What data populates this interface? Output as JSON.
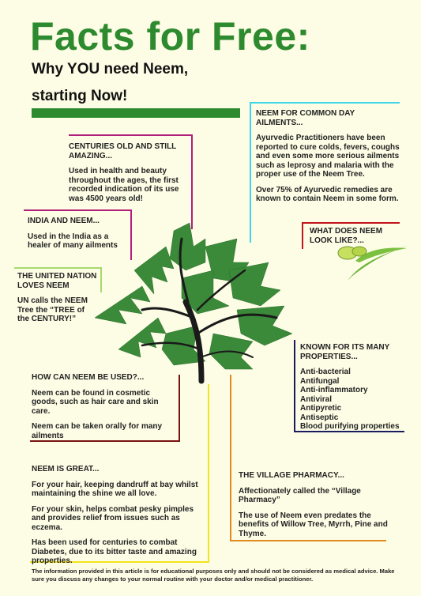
{
  "title": "Facts for Free:",
  "subtitle_line1": "Why YOU need Neem,",
  "subtitle_line2": "starting Now!",
  "colors": {
    "green": "#2d8a2e",
    "magenta": "#b0207a",
    "cyan": "#3fd6e8",
    "red": "#c4121a",
    "light_green": "#a8d86e",
    "dark_red": "#7a1212",
    "navy": "#1a1a5e",
    "yellow": "#f2e41a",
    "orange": "#e38a1c"
  },
  "sections": {
    "centuries": {
      "heading": "CENTURIES OLD AND STILL AMAZING...",
      "body": "Used in health and beauty throughout the ages, the first recorded indication of its use was 4500 years old!"
    },
    "common_day": {
      "heading": "NEEM FOR COMMON DAY AILMENTS...",
      "body1": "Ayurvedic Practitioners have been reported to cure colds, fevers, coughs and even some more serious ailments such as leprosy and malaria with the proper use of the Neem Tree.",
      "body2": "Over 75% of Ayurvedic remedies are known to contain Neem in some form."
    },
    "india": {
      "heading": "INDIA AND NEEM...",
      "body": "Used in the India as a healer of many ailments"
    },
    "look_like": {
      "heading": "WHAT DOES NEEM LOOK LIKE?..."
    },
    "un": {
      "heading": "THE UNITED NATION LOVES NEEM",
      "body": "UN calls the NEEM Tree the “TREE of the CENTURY!”"
    },
    "known_for": {
      "heading": "KNOWN FOR ITS MANY PROPERTIES...",
      "items": [
        "Anti-bacterial",
        "Antifungal",
        "Anti-inflammatory",
        "Antiviral",
        "Antipyretic",
        "Antiseptic",
        "Blood purifying properties"
      ]
    },
    "how_used": {
      "heading": "HOW CAN NEEM BE USED?...",
      "body1": "Neem can be found in cosmetic goods, such as hair care and skin care.",
      "body2": "Neem can be taken orally for many ailments"
    },
    "great": {
      "heading": "NEEM IS GREAT...",
      "body1": "For your hair, keeping dandruff at bay whilst maintaining the shine we all love.",
      "body2": "For your skin, helps combat pesky pimples and provides relief from issues such as eczema.",
      "body3": "Has been used for centuries to combat Diabetes, due to its bitter taste and amazing properties."
    },
    "pharmacy": {
      "heading": "THE VILLAGE PHARMACY...",
      "body1": "Affectionately called the “Village Pharmacy”",
      "body2": "The use of Neem even predates the benefits of Willow Tree, Myrrh, Pine and Thyme."
    }
  },
  "footer": "The information provided in this article is for educational purposes only and should not be considered as medical advice. Make sure you discuss any changes to your normal routine with your doctor and/or medical practitioner."
}
